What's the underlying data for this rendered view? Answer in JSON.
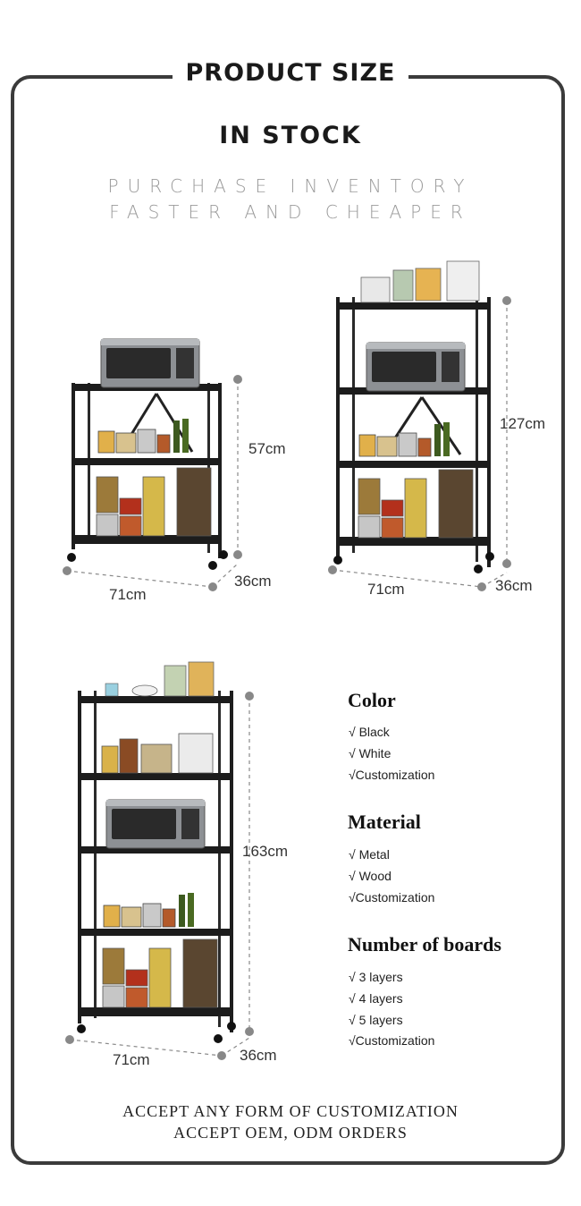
{
  "header": {
    "title": "PRODUCT SIZE",
    "subtitle": "IN STOCK",
    "tagline_1": "PURCHASE INVENTORY",
    "tagline_2": "FASTER AND CHEAPER"
  },
  "products": [
    {
      "height": "57cm",
      "width": "71cm",
      "depth": "36cm"
    },
    {
      "height": "127cm",
      "width": "71cm",
      "depth": "36cm"
    },
    {
      "height": "163cm",
      "width": "71cm",
      "depth": "36cm"
    }
  ],
  "specs": {
    "color": {
      "heading": "Color",
      "items": [
        "√ Black",
        "√ White",
        "√Customization"
      ]
    },
    "material": {
      "heading": "Material",
      "items": [
        "√ Metal",
        "√ Wood",
        "√Customization"
      ]
    },
    "boards": {
      "heading": "Number of boards",
      "items": [
        "√ 3 layers",
        "√ 4 layers",
        "√ 5 layers",
        "√Customization"
      ]
    }
  },
  "footer": {
    "line_1": "ACCEPT ANY FORM OF CUSTOMIZATION",
    "line_2": "ACCEPT OEM, ODM ORDERS"
  }
}
